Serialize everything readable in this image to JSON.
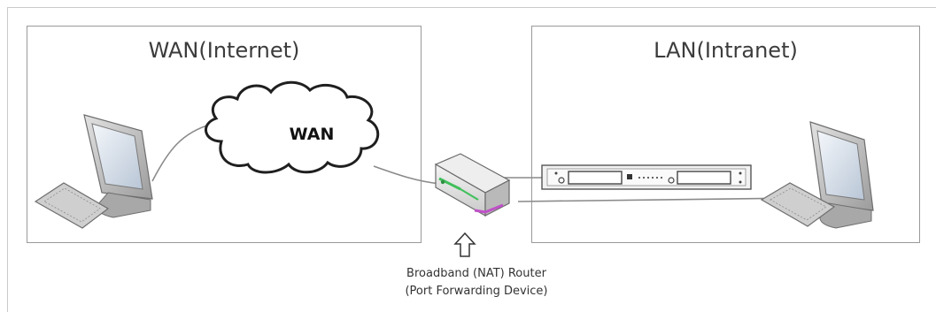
{
  "wan_zone": {
    "title": "WAN(Internet)",
    "cloud_label": "WAN"
  },
  "lan_zone": {
    "title": "LAN(Intranet)"
  },
  "router": {
    "caption_line1": "Broadband (NAT) Router",
    "caption_line2": "(Port Forwarding Device)"
  },
  "icons": [
    "computer-icon",
    "keyboard-icon",
    "cloud-icon",
    "router-icon",
    "rack-server-icon",
    "up-arrow-icon"
  ],
  "colors": {
    "zone_border": "#9a9a9a",
    "monitor_body": "#b7b7b7",
    "screen": "#dfe6ef",
    "router_green": "#3fbf5a",
    "router_magenta": "#c050c8"
  }
}
